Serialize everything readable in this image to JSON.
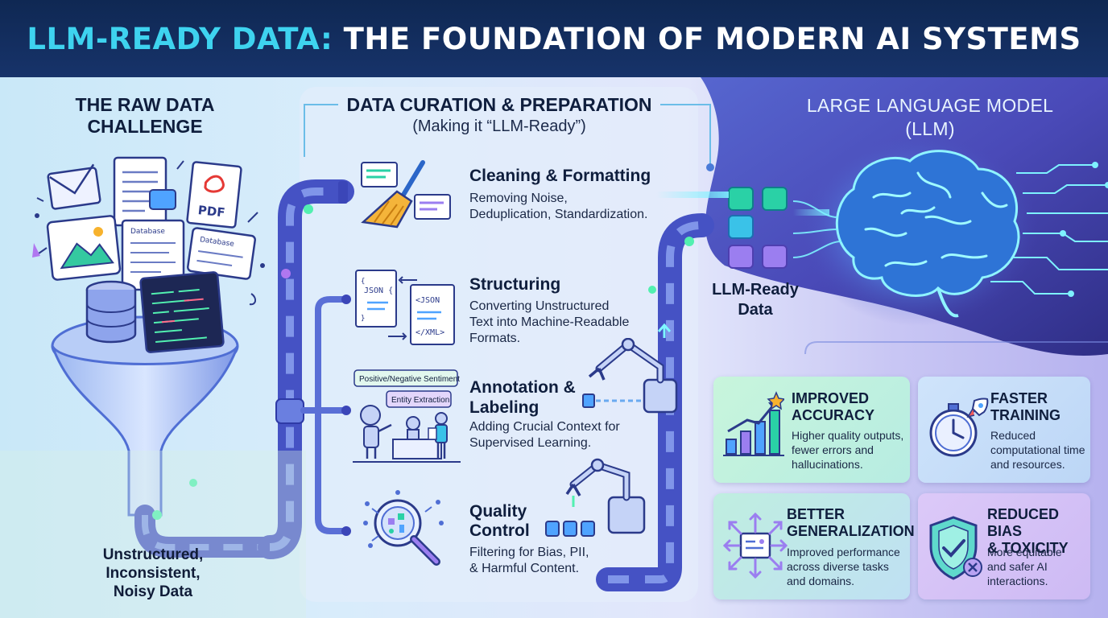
{
  "title": {
    "highlight": "LLM-READY DATA:",
    "rest": "THE FOUNDATION OF MODERN AI SYSTEMS"
  },
  "raw": {
    "heading_line1": "THE RAW DATA",
    "heading_line2": "CHALLENGE",
    "caption_line1": "Unstructured,",
    "caption_line2": "Inconsistent,",
    "caption_line3": "Noisy Data",
    "icon_labels": {
      "pdf": "PDF",
      "database": "Database",
      "database2": "Database"
    }
  },
  "curation": {
    "heading": "DATA CURATION & PREPARATION",
    "subheading": "(Making it “LLM-Ready”)",
    "steps": [
      {
        "title": "Cleaning & Formatting",
        "desc1": "Removing Noise,",
        "desc2": "Deduplication, Standardization."
      },
      {
        "title": "Structuring",
        "desc1": "Converting Unstructured",
        "desc2": "Text into Machine-Readable",
        "desc3": "Formats."
      },
      {
        "title1": "Annotation &",
        "title2": "Labeling",
        "desc1": "Adding Crucial Context for",
        "desc2": "Supervised Learning."
      },
      {
        "title1": "Quality",
        "title2": "Control",
        "desc1": "Filtering for Bias, PII,",
        "desc2": "& Harmful Content."
      }
    ],
    "icon_labels": {
      "json": "JSON {",
      "json2": "<JSON",
      "xml": "</XML>",
      "sentiment": "Positive/Negative Sentiment",
      "entity": "Entity Extraction"
    }
  },
  "ready": {
    "line1": "LLM-Ready",
    "line2": "Data"
  },
  "llm": {
    "heading_line1": "LARGE LANGUAGE MODEL",
    "heading_line2": "(LLM)"
  },
  "benefits": [
    {
      "title1": "IMPROVED",
      "title2": "ACCURACY",
      "desc1": "Higher quality outputs,",
      "desc2": "fewer errors and",
      "desc3": "hallucinations.",
      "icon": "bar-chart-star-icon"
    },
    {
      "title1": "FASTER",
      "title2": "TRAINING",
      "desc1": "Reduced",
      "desc2": "computational time",
      "desc3": "and resources.",
      "icon": "stopwatch-rocket-icon"
    },
    {
      "title1": "BETTER",
      "title2": "GENERALIZATION",
      "desc1": "Improved performance",
      "desc2": "across diverse tasks",
      "desc3": "and domains.",
      "icon": "expand-arrows-icon"
    },
    {
      "title1": "REDUCED BIAS",
      "title2": "& TOXICITY",
      "desc1": "More equitable",
      "desc2": "and safer AI",
      "desc3": "interactions.",
      "icon": "shield-check-icon"
    }
  ],
  "colors": {
    "title_bg": "#0f2853",
    "title_highlight": "#3ed3ef",
    "llm_panel": "#5a5fd0",
    "pipe": "#5a6fd6",
    "card_green": "#bdf0d8",
    "card_blue": "#c6def8",
    "card_purple": "#d6c8f7"
  }
}
